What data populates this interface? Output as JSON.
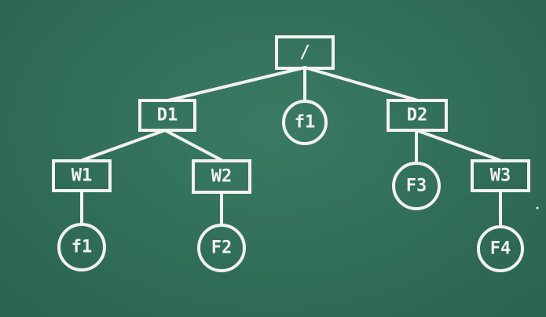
{
  "nodes": {
    "root": "/",
    "d1": "D1",
    "f1_root": "f1",
    "d2": "D2",
    "w1": "W1",
    "w2": "W2",
    "f3": "F3",
    "w3": "W3",
    "f1_w1": "f1",
    "f2": "F2",
    "f4": "F4"
  }
}
